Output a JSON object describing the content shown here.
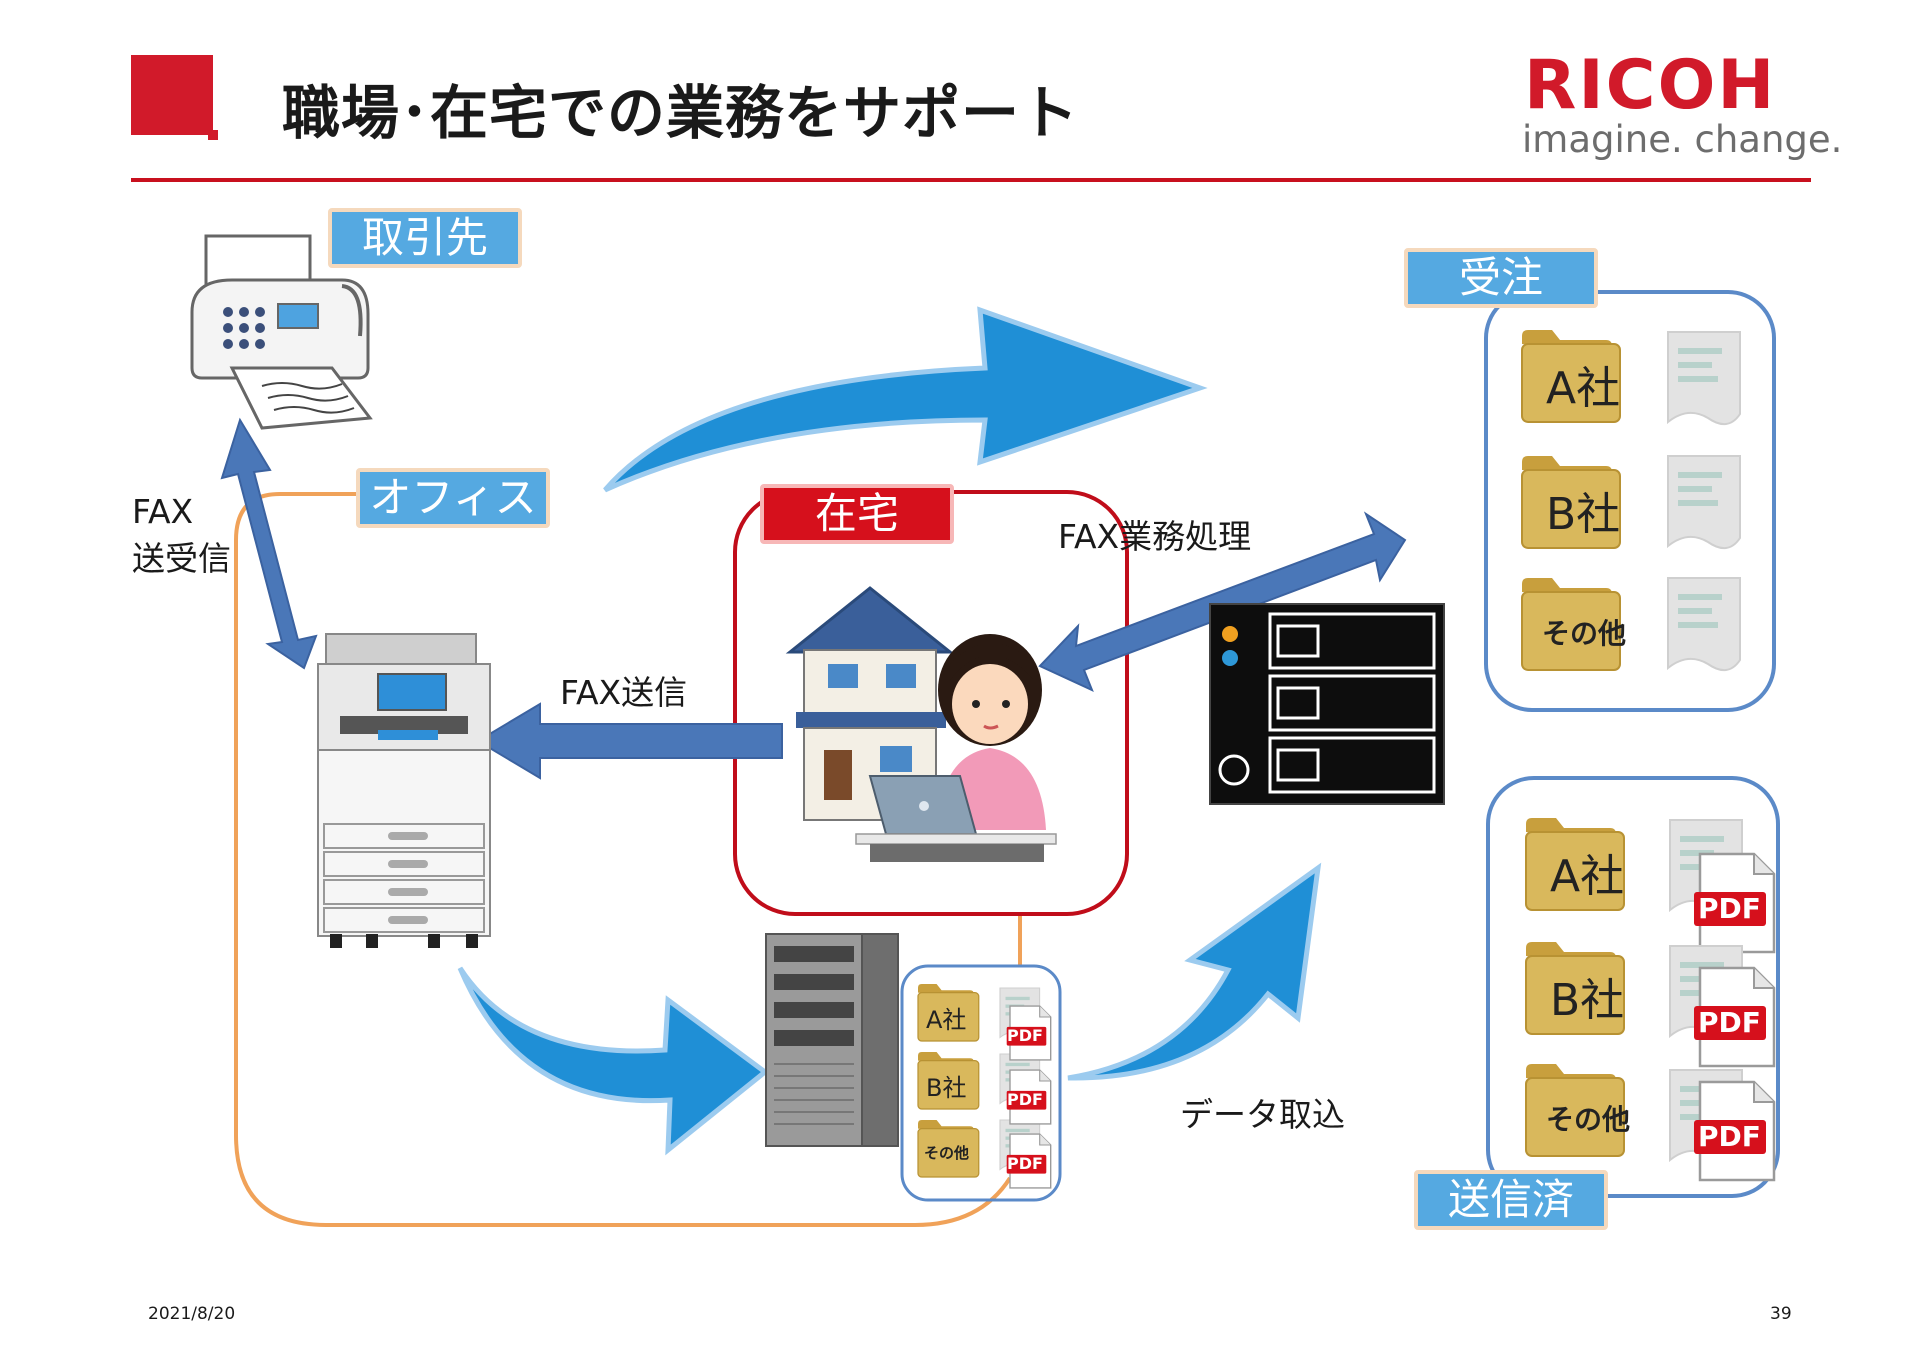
{
  "header": {
    "title": "職場･在宅での業務をサポート",
    "logo_text": "RICOH",
    "logo_tagline": "imagine. change."
  },
  "tags": {
    "partner": "取引先",
    "office": "オフィス",
    "home": "在宅",
    "orders": "受注",
    "sent": "送信済"
  },
  "labels": {
    "fax_line1": "FAX",
    "fax_line2": "送受信",
    "fax_send": "FAX送信",
    "fax_processing": "FAX業務処理",
    "data_import": "データ取込"
  },
  "orders_folders": [
    "A社",
    "B社",
    "その他"
  ],
  "sent_folders": [
    "A社",
    "B社",
    "その他"
  ],
  "server_folders": [
    "A社",
    "B社",
    "その他"
  ],
  "pdf_label": "PDF",
  "footer": {
    "date": "2021/8/20",
    "page": "39"
  },
  "colors": {
    "brand_red": "#d11a2a",
    "arrow_blue": "#1f8fd6",
    "arrow_steel": "#4a77b8",
    "tag_blue": "#55a9e1",
    "office_orange": "#f0a259",
    "group_blue": "#5b8ac8",
    "folder_gold": "#d9b85c"
  }
}
